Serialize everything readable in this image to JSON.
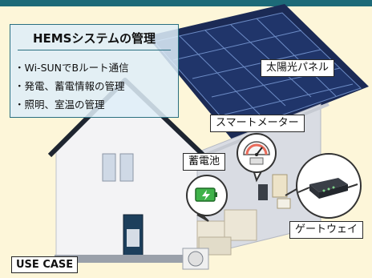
{
  "hems": {
    "title": "HEMSシステムの管理",
    "items": [
      "・Wi-SUNでBルート通信",
      "・発電、蓄電情報の管理",
      "・照明、室温の管理"
    ]
  },
  "labels": {
    "solar_panel": "太陽光パネル",
    "smart_meter": "スマートメーター",
    "storage_battery": "蓄電池",
    "gateway": "ゲートウェイ"
  },
  "footer": {
    "use_case": "USE CASE"
  },
  "colors": {
    "accent": "#1d6a78",
    "background": "#fdf6d9",
    "panel": "#1b2a55",
    "battery": "#3fb24a"
  }
}
